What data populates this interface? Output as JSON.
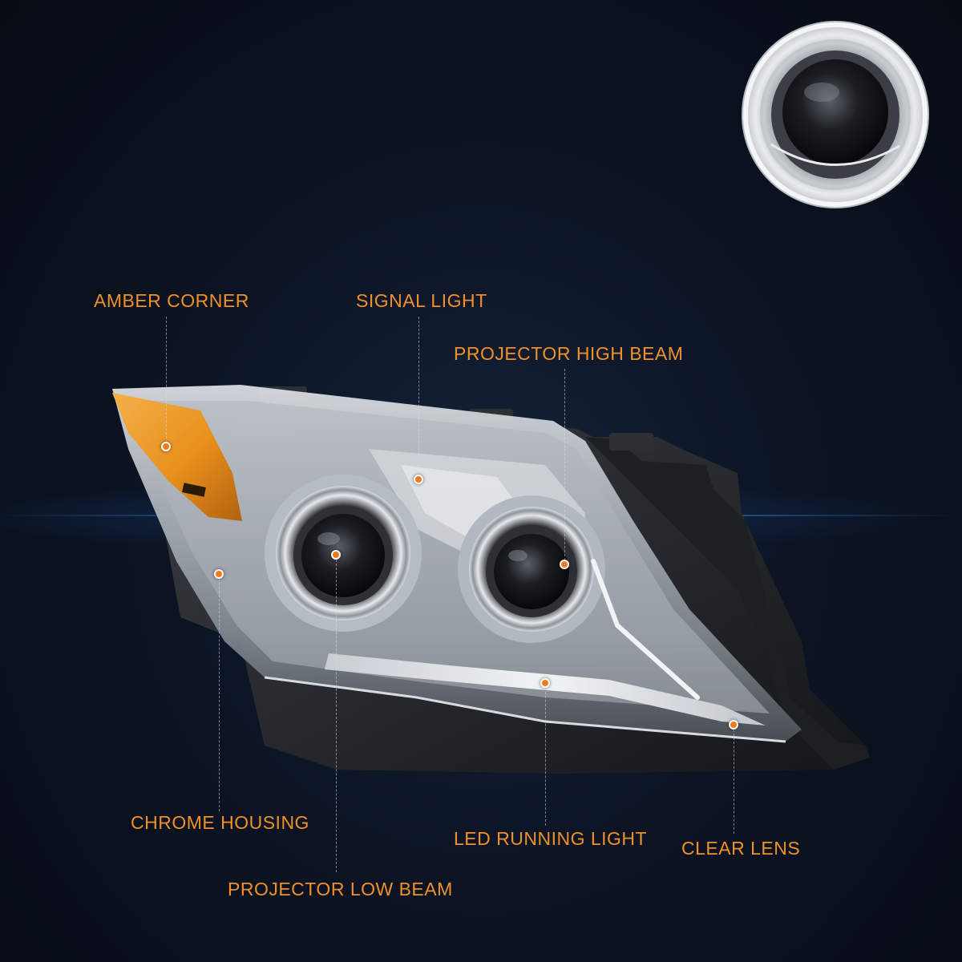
{
  "labels": {
    "amber_corner": "AMBER CORNER",
    "signal_light": "SIGNAL LIGHT",
    "projector_high_beam": "PROJECTOR HIGH BEAM",
    "chrome_housing": "CHROME HOUSING",
    "projector_low_beam": "PROJECTOR LOW BEAM",
    "led_running_light": "LED RUNNING LIGHT",
    "clear_lens": "CLEAR LENS"
  },
  "colors": {
    "label": "#f0902a",
    "callout_dot": "#f07a1a",
    "amber_lens": "#e8901c",
    "background": "#0c1424"
  },
  "images": {
    "headlight": "headlight-assembly-illustration",
    "inset": "projector-lens-closeup-inset"
  }
}
